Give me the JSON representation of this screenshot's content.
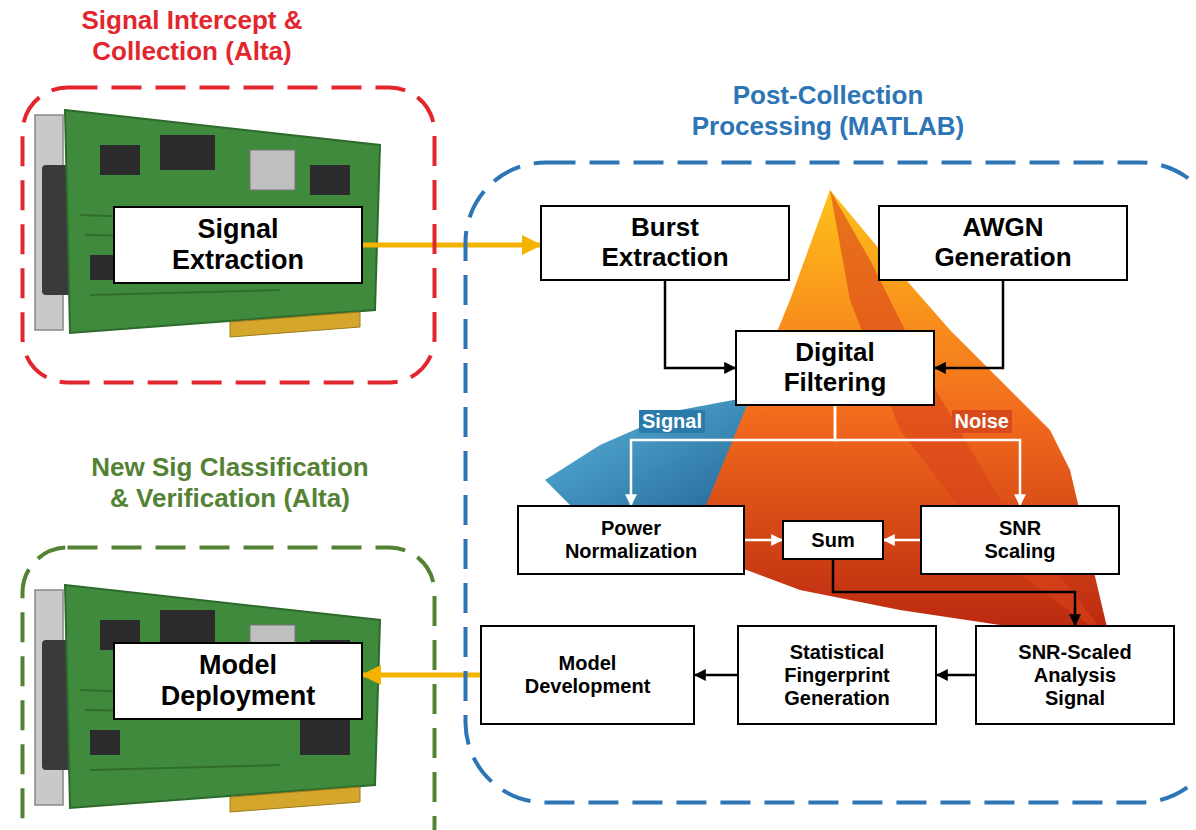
{
  "diagram": {
    "nodes": [
      {
        "text": [
          "Signal Intercept & Collection (Alta)"
        ]
      },
      {
        "text": [
          "Signal Extraction"
        ],
        "in": 0
      },
      {
        "text": [
          "Post-Collection Processing (MATLAB)"
        ]
      },
      {
        "text": [
          "Burst Extraction"
        ],
        "in": 2
      },
      {
        "text": [
          "AWGN Generation"
        ],
        "in": 2
      },
      {
        "text": [
          "Digital Filtering"
        ],
        "in": 2
      },
      {
        "text": [
          "Power Normalization"
        ],
        "in": 2
      },
      {
        "text": [
          "Sum"
        ],
        "in": 2
      },
      {
        "text": [
          "SNR Scaling"
        ],
        "in": 2
      },
      {
        "text": [
          "Model Development"
        ],
        "in": 2
      },
      {
        "text": [
          "Statistical Fingerprint Generation"
        ],
        "in": 2
      },
      {
        "text": [
          "SNR-Scaled Analysis Signal"
        ],
        "in": 2
      },
      {
        "text": [
          "New Sig Classification & Verification (Alta)"
        ]
      },
      {
        "text": [
          "Model Deployment"
        ],
        "in": 12
      }
    ],
    "edges": [
      {
        "from": 1,
        "to": 3,
        "arrow": "to"
      },
      {
        "from": 3,
        "to": 5,
        "arrow": "to"
      },
      {
        "from": 4,
        "to": 5,
        "arrow": "to"
      },
      {
        "from": 5,
        "to": 6,
        "label": "Signal",
        "arrow": "to"
      },
      {
        "from": 5,
        "to": 8,
        "label": "Noise",
        "arrow": "to"
      },
      {
        "from": 6,
        "to": 7,
        "arrow": "to"
      },
      {
        "from": 8,
        "to": 7,
        "arrow": "to"
      },
      {
        "from": 7,
        "to": 11,
        "arrow": "to"
      },
      {
        "from": 11,
        "to": 10,
        "arrow": "to"
      },
      {
        "from": 10,
        "to": 9,
        "arrow": "to"
      },
      {
        "from": 9,
        "to": 13,
        "arrow": "to"
      }
    ]
  }
}
